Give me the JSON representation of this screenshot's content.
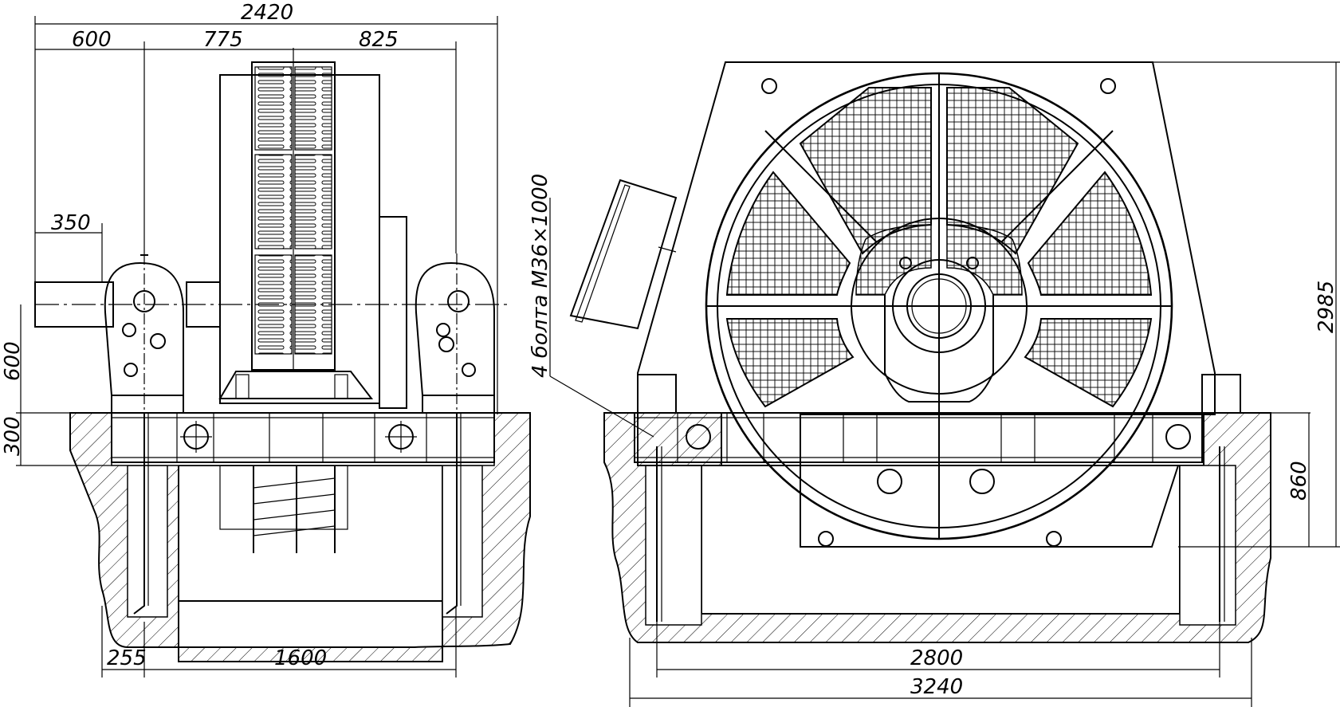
{
  "drawing": {
    "left_view": {
      "dimensions": {
        "overall_width": "2420",
        "seg_a": "600",
        "seg_b": "775",
        "seg_c": "825",
        "shaft": "350",
        "height_a": "600",
        "height_b": "300",
        "edge": "255",
        "bolt_span": "1600"
      }
    },
    "right_view": {
      "dimensions": {
        "height_total": "2985",
        "height_pit": "860",
        "bolt_span": "2800",
        "overall_width": "3240"
      },
      "note": "4 болта М36×1000"
    }
  }
}
